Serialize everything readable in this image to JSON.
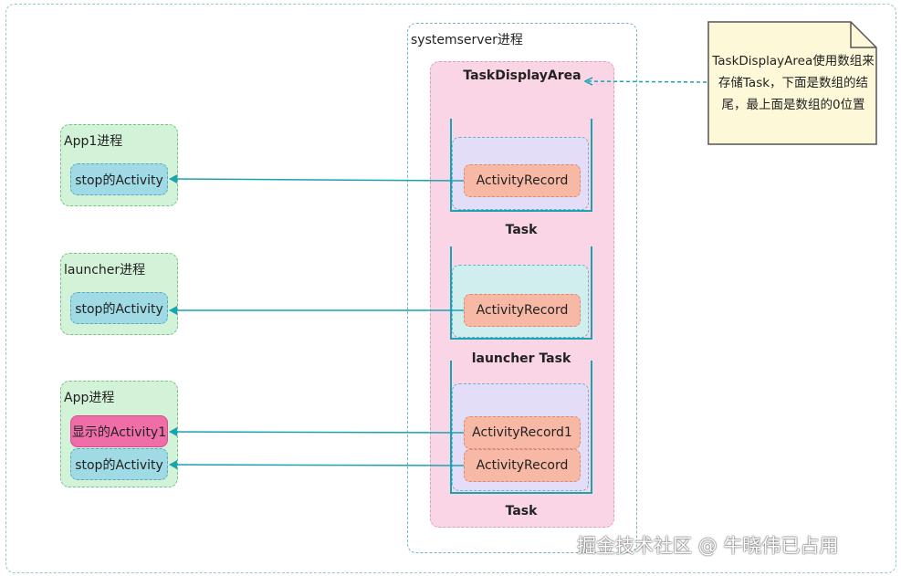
{
  "systemserver": {
    "label": "systemserver进程"
  },
  "task_display_area": {
    "label": "TaskDisplayArea"
  },
  "tasks": [
    {
      "label": "Task",
      "records": [
        "ActivityRecord"
      ]
    },
    {
      "label": "launcher Task",
      "records": [
        "ActivityRecord"
      ]
    },
    {
      "label": "Task",
      "records": [
        "ActivityRecord1",
        "ActivityRecord"
      ]
    }
  ],
  "processes": [
    {
      "label": "App1进程",
      "activities": [
        "stop的Activity"
      ]
    },
    {
      "label": "launcher进程",
      "activities": [
        "stop的Activity"
      ]
    },
    {
      "label": "App进程",
      "activities": [
        "显示的Activity1",
        "stop的Activity"
      ]
    }
  ],
  "note": {
    "lines": [
      "TaskDisplayArea使用数组来",
      "存储Task，下面是数组的结",
      "尾，最上面是数组的0位置"
    ]
  },
  "watermark": "掘金技术社区 @ 牛晓伟已占用",
  "colors": {
    "arrow": "#1aa3b1",
    "task_display_area": "#f9d5e5",
    "activity_record": "#f8b8a6",
    "process": "#d2f3d7",
    "activity": "#9fdae5",
    "activity_shown": "#ef6ea8",
    "note": "#fcf8d8"
  }
}
